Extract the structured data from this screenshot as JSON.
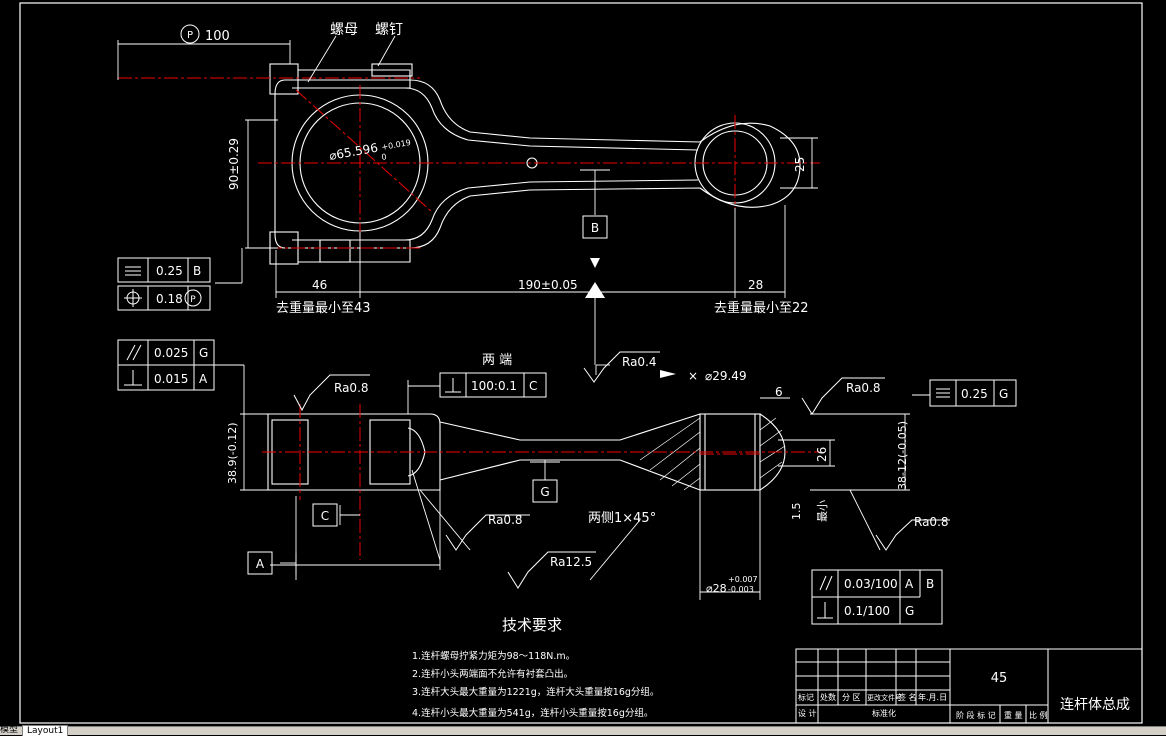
{
  "drawing": {
    "labels": {
      "nut": "螺母",
      "screw": "螺钉",
      "dim_100": "100",
      "dim_p": "P",
      "bore_dia": "⌀65.596",
      "bore_tol_up": "+0.019",
      "bore_tol_dn": "0",
      "dim_90": "90±0.29",
      "dim_25": "25",
      "datum_b": "B",
      "dim_46": "46",
      "dim_190": "190±0.05",
      "dim_28": "28",
      "remove_left": "去重量最小至43",
      "remove_right": "去重量最小至22",
      "both_ends": "两 端",
      "ra04": "Ra0.4",
      "small_dia": "⌀29.49",
      "dim_6": "6",
      "ra08_a": "Ra0.8",
      "ra08_b": "Ra0.8",
      "ra08_c": "Ra0.8",
      "ra08_d": "Ra0.8",
      "ra125": "Ra12.5",
      "datum_g": "G",
      "datum_c": "C",
      "datum_a": "A",
      "dim_38_left": "38.9(-0.12)",
      "dim_38_right": "38-12(-0.05)",
      "dim_26": "26",
      "dim_15": "1.5",
      "min_text": "最小",
      "chamfer": "两侧1×45°",
      "dia_28": "⌀28",
      "dia_28_up": "+0.007",
      "dia_28_dn": "-0.003"
    },
    "gdt": {
      "flat": {
        "tol": "0.25",
        "datum": "B"
      },
      "pos": {
        "tol": "0.18",
        "datum": "P"
      },
      "par": {
        "tol": "0.025",
        "datum": "G"
      },
      "perp_a": {
        "tol": "0.015",
        "datum": "A"
      },
      "perp_c": {
        "tol": "100:0.1",
        "datum": "C"
      },
      "flat_g": {
        "tol": "0.25",
        "datum": "G"
      },
      "par_ab": {
        "tol": "0.03/100",
        "datum1": "A",
        "datum2": "B"
      },
      "perp_g": {
        "tol": "0.1/100",
        "datum": "G"
      }
    },
    "tech": {
      "title": "技术要求",
      "notes": [
        "1.连杆螺母拧紧力矩为98～118N.m。",
        "2.连杆小头两端面不允许有衬套凸出。",
        "3.连杆大头最大重量为1221g，连杆大头重量按16g分组。",
        "4.连杆小头最大重量为541g，连杆小头重量按16g分组。"
      ]
    },
    "title_block": {
      "material": "45",
      "name": "连杆体总成",
      "row1": [
        "标记",
        "处数",
        "分 区",
        "更改文件号",
        "签 名",
        "年.月.日"
      ],
      "row2": [
        "设 计",
        "",
        "",
        "标准化"
      ],
      "right": [
        "阶 段 标 记",
        "重 量",
        "比 例"
      ]
    }
  },
  "ui": {
    "tab_model": "模型",
    "tab_layout": "Layout1"
  }
}
